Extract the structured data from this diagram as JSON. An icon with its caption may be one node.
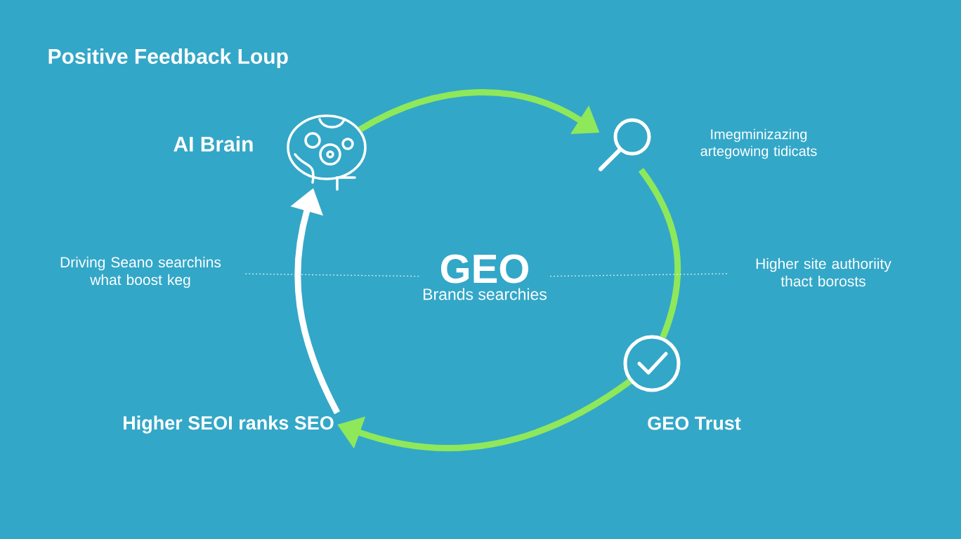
{
  "diagram": {
    "title": "Positive Feedback Loup",
    "nodes": [
      {
        "text": [],
        "shape": "picture",
        "beside": [
          "AI Brain"
        ]
      },
      {
        "text": [],
        "shape": "picture",
        "beside": [
          "Imegminizazing artegowing tidicats"
        ]
      },
      {
        "text": [],
        "shape": "circle",
        "beside": [
          "GEO Trust"
        ]
      },
      {
        "text": [
          "Higher SEOI ranks SEO"
        ]
      },
      {
        "text": [
          "GEO",
          "Brands searchies"
        ]
      },
      {
        "text": [
          "Driving Seano searchins what boost keg"
        ]
      },
      {
        "text": [
          "Higher site authoriity thact borosts"
        ]
      }
    ],
    "edges": [
      {
        "from": 0,
        "to": 1,
        "arrow": "to"
      },
      {
        "from": 1,
        "to": 2,
        "arrow": "none"
      },
      {
        "from": 2,
        "to": 3,
        "arrow": "to"
      },
      {
        "from": 3,
        "to": 0,
        "arrow": "to",
        "color": "#ffffff"
      },
      {
        "from": 5,
        "to": 4,
        "arrow": "none",
        "style": "dashed",
        "color": "#d8eef0"
      },
      {
        "from": 4,
        "to": 6,
        "arrow": "none",
        "style": "dashed",
        "color": "#d8eef0"
      }
    ]
  }
}
